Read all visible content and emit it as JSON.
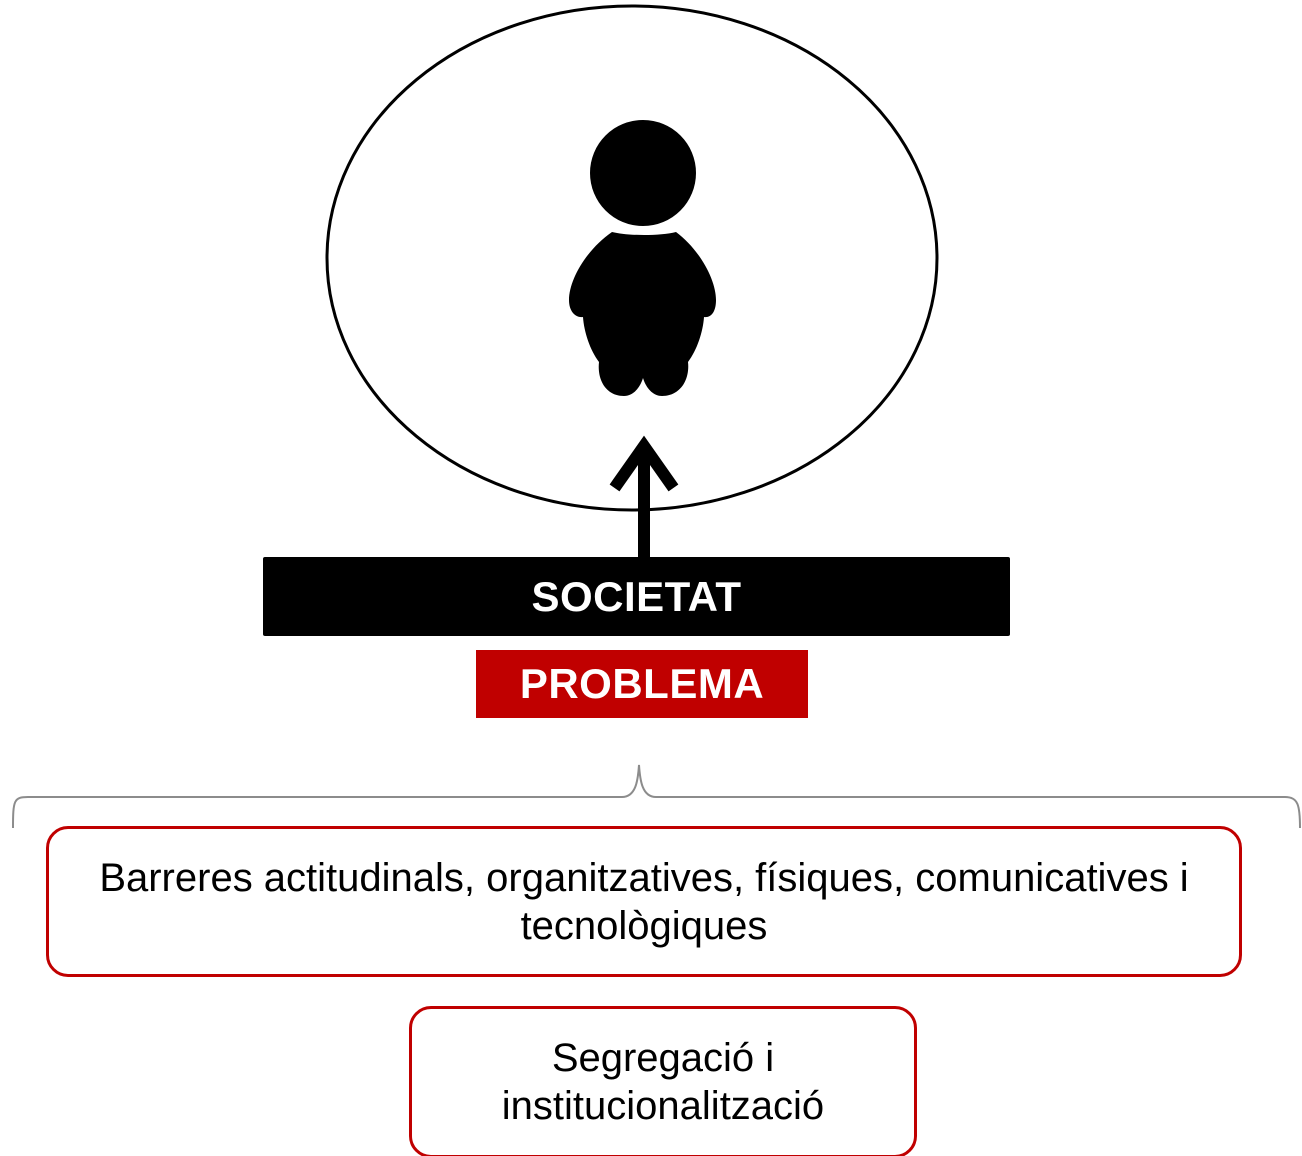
{
  "societat_label": "SOCIETAT",
  "problema_label": "PROBLEMA",
  "barriers_text": "Barreres actitudinals, organitzatives, físiques, comunicatives i tecnològiques",
  "segregacio_text": "Segregació i institucionalització",
  "colors": {
    "accent_red": "#c00000",
    "black": "#000000",
    "bracket_gray": "#8c8c8c"
  },
  "icons": {
    "person": "person-icon",
    "arrow": "arrow-up-icon"
  }
}
